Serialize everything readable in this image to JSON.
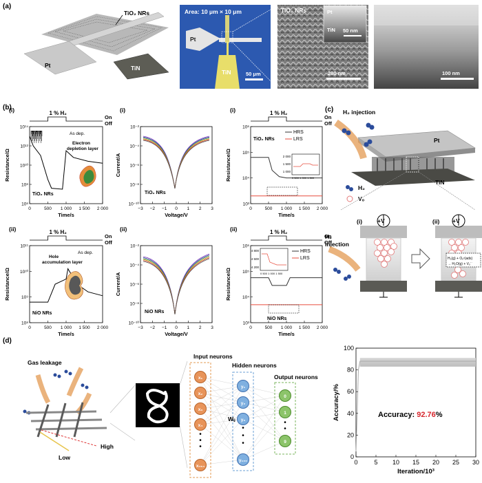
{
  "panel_a": {
    "label": "(a)",
    "schematic": {
      "tio2": "TiO₂ NRs",
      "pt": "Pt",
      "tin": "TiN"
    },
    "optical": {
      "area": "Area: 10 μm × 10 μm",
      "pt": "Pt",
      "tin": "TiN",
      "scale": "50 μm"
    },
    "sem1": {
      "title": "TiO₂ NRs",
      "scale": "200 nm",
      "inset_pt": "Pt",
      "inset_tin": "TiN",
      "inset_scale": "50 nm"
    },
    "sem2": {
      "scale": "100 nm"
    }
  },
  "panel_b": {
    "label": "(b)",
    "on": "On",
    "off": "Off",
    "h2": "1 % H₂",
    "p1": {
      "idx": "(i)",
      "ylabel": "Resistance/Ω",
      "xlabel": "Time/s",
      "legend": "As dep.",
      "annot1": "Electron",
      "annot2": "depletion layer",
      "sample": "TiO₂ NRs",
      "yticks": [
        "10¹⁴",
        "10¹²",
        "10¹⁰",
        "10⁸",
        "10⁶"
      ],
      "xticks": [
        "0",
        "500",
        "1 000",
        "1 500",
        "2 000"
      ]
    },
    "p2": {
      "idx": "(i)",
      "ylabel": "Current/A",
      "xlabel": "Voltage/V",
      "sample": "TiO₂ NRs",
      "yticks": [
        "10⁻²",
        "10⁻⁴",
        "10⁻⁶",
        "10⁻⁸",
        "10⁻¹⁰"
      ],
      "xticks": [
        "−3",
        "−2",
        "−1",
        "0",
        "1",
        "2",
        "3"
      ]
    },
    "p3": {
      "idx": "(i)",
      "ylabel": "Resistance/Ω",
      "xlabel": "Time/s",
      "sample": "TiO₂ NRs",
      "hrs": "HRS",
      "lrs": "LRS",
      "yticks": [
        "10⁶",
        "10⁵",
        "10⁴",
        "10³"
      ],
      "xticks": [
        "0",
        "500",
        "1 000",
        "1 500",
        "2 000"
      ],
      "inset_yticks": [
        "2 000",
        "1 500",
        "1 000"
      ],
      "inset_xticks": "0  500 1 000 1 500"
    },
    "p4": {
      "idx": "(ii)",
      "ylabel": "Resistance/Ω",
      "xlabel": "Time/s",
      "legend": "As dep.",
      "annot1": "Hole",
      "annot2": "accumulation layer",
      "sample": "NiO NRs",
      "yticks": [
        "10¹¹",
        "10¹⁰",
        "10⁹",
        "10⁸"
      ],
      "xticks": [
        "0",
        "500",
        "1 000",
        "1 500",
        "2 000"
      ]
    },
    "p5": {
      "idx": "(ii)",
      "ylabel": "Current/A",
      "xlabel": "Voltage/V",
      "sample": "NiO NRs",
      "yticks": [
        "10⁻²",
        "10⁻⁴",
        "10⁻⁶",
        "10⁻⁸",
        "10⁻¹⁰"
      ],
      "xticks": [
        "−3",
        "−2",
        "−1",
        "0",
        "1",
        "2",
        "3"
      ]
    },
    "p6": {
      "idx": "(ii)",
      "ylabel": "Resistance/Ω",
      "xlabel": "Time/s",
      "sample": "NiO NRs",
      "hrs": "HRS",
      "lrs": "LRS",
      "yticks": [
        "10⁶",
        "10⁵",
        "10⁴",
        "10³"
      ],
      "xticks": [
        "0",
        "500",
        "1 000",
        "1 500",
        "2 000"
      ],
      "inset_yticks": [
        "4 800",
        "4 500",
        "4 200"
      ],
      "inset_xticks": "0  500 1 000 1 500"
    }
  },
  "panel_c": {
    "label": "(c)",
    "h2_injection": "H₂ injection",
    "pt": "Pt",
    "tin": "TiN",
    "legend_h2": "H₂",
    "legend_vo": "Vₒ",
    "i": "(i)",
    "ii": "(ii)",
    "plus_v": "+V",
    "injection1": "H₂",
    "injection2": "injection",
    "reaction1": "H₂(g) + Oₒˣ(ads)",
    "reaction2": "→ H₂O(g) + Vₒ˙˙"
  },
  "panel_d": {
    "label": "(d)",
    "gas": "Gas leakage",
    "low": "Low",
    "high": "High",
    "input": "Input neurons",
    "hidden": "Hidden neurons",
    "output": "Output neurons",
    "weights": "Wᵢⱼ",
    "input_nodes": [
      "x₁",
      "x₂",
      "x₃",
      "x₄",
      "x₇₈₄"
    ],
    "hidden_nodes": [
      "y₁",
      "y₂",
      "y₃",
      "y₁₀₀"
    ],
    "output_nodes": [
      "0",
      "1",
      "9"
    ],
    "dots": "•"
  },
  "chart_data": [
    {
      "type": "line",
      "panel": "b(i)",
      "xlabel": "Time/s",
      "ylabel": "Resistance/Ω",
      "xlim": [
        0,
        2000
      ],
      "ylim_log10": [
        6,
        14
      ],
      "series": [
        {
          "name": "As dep.",
          "x": [
            0,
            100,
            300,
            500,
            600,
            900,
            1000,
            1200,
            1600,
            2000
          ],
          "y_log10": [
            13,
            12,
            11,
            8.5,
            7.6,
            7.5,
            11.5,
            10.8,
            10.4,
            10.2
          ]
        }
      ]
    },
    {
      "type": "line",
      "panel": "b(ii)",
      "xlabel": "Voltage/V",
      "ylabel": "Current/A",
      "xlim": [
        -3,
        3
      ],
      "ylim_log10": [
        -10,
        -2
      ]
    },
    {
      "type": "line",
      "panel": "b(iii)",
      "xlabel": "Time/s",
      "ylabel": "Resistance/Ω",
      "xlim": [
        0,
        2000
      ],
      "ylim_log10": [
        3,
        6
      ],
      "series": [
        {
          "name": "HRS",
          "x": [
            0,
            500,
            600,
            800,
            1000,
            1200,
            2000
          ],
          "y_log10": [
            4.8,
            4.8,
            4.3,
            4.05,
            4.0,
            4.0,
            4.0
          ]
        },
        {
          "name": "LRS",
          "x": [
            0,
            2000
          ],
          "y_log10": [
            3.3,
            3.3
          ]
        }
      ]
    },
    {
      "type": "line",
      "panel": "b(iv)",
      "xlabel": "Time/s",
      "ylabel": "Resistance/Ω",
      "xlim": [
        0,
        2000
      ],
      "ylim_log10": [
        8,
        11
      ],
      "series": [
        {
          "name": "As dep.",
          "x": [
            0,
            500,
            700,
            1000,
            1050,
            1300,
            1600,
            2000
          ],
          "y_log10": [
            8.8,
            8.8,
            9.5,
            9.7,
            10.1,
            9.5,
            9.2,
            9.05
          ]
        }
      ]
    },
    {
      "type": "line",
      "panel": "b(v)",
      "xlabel": "Voltage/V",
      "ylabel": "Current/A",
      "xlim": [
        -3,
        3
      ],
      "ylim_log10": [
        -10,
        -2
      ]
    },
    {
      "type": "line",
      "panel": "b(vi)",
      "xlabel": "Time/s",
      "ylabel": "Resistance/Ω",
      "xlim": [
        0,
        2000
      ],
      "ylim_log10": [
        3,
        6
      ],
      "series": [
        {
          "name": "HRS",
          "x": [
            0,
            500,
            600,
            1000,
            1100,
            2000
          ],
          "y_log10": [
            4.75,
            4.75,
            4.45,
            4.45,
            4.75,
            4.75
          ]
        },
        {
          "name": "LRS",
          "x": [
            0,
            2000
          ],
          "y_log10": [
            3.7,
            3.7
          ]
        }
      ]
    },
    {
      "type": "line",
      "panel": "d",
      "xlabel": "Iteration/10³",
      "ylabel": "Accuracy/%",
      "xlim": [
        0,
        30
      ],
      "ylim": [
        0,
        100
      ],
      "annotation": "Accuracy:",
      "annotation_value": "92.76",
      "annotation_unit": "%",
      "xticks": [
        "0",
        "5",
        "10",
        "15",
        "20",
        "25",
        "30"
      ],
      "yticks": [
        "0",
        "20",
        "40",
        "60",
        "80",
        "100"
      ],
      "series": [
        {
          "x": [
            0,
            0.3,
            0.6,
            1,
            30
          ],
          "y": [
            5,
            40,
            80,
            88,
            88
          ]
        }
      ]
    }
  ]
}
